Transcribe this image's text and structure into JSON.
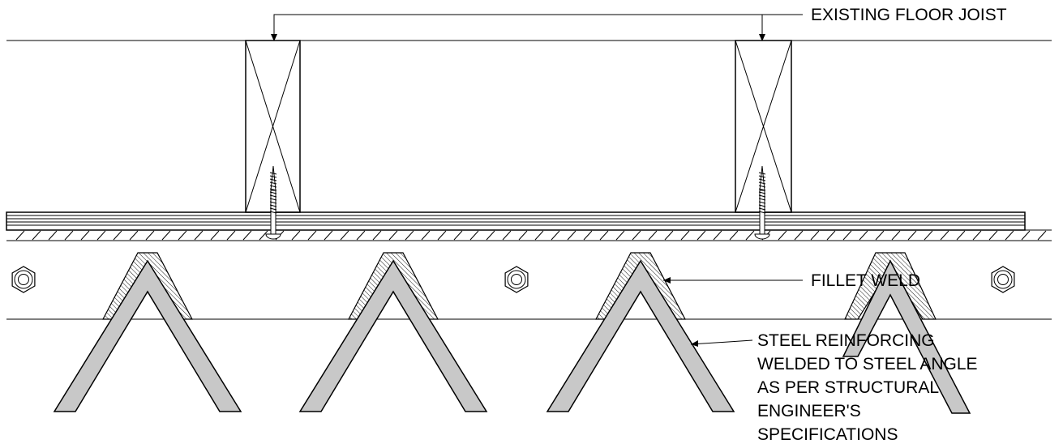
{
  "labels": {
    "joist": "EXISTING FLOOR JOIST",
    "weld": "FILLET WELD",
    "reinforcing": [
      "STEEL REINFORCING",
      "WELDED TO STEEL ANGLE",
      "AS PER STRUCTURAL",
      "ENGINEER'S",
      "SPECIFICATIONS"
    ]
  },
  "colors": {
    "line": "#000000",
    "steel_fill": "#c8c8c8",
    "background": "#ffffff"
  }
}
